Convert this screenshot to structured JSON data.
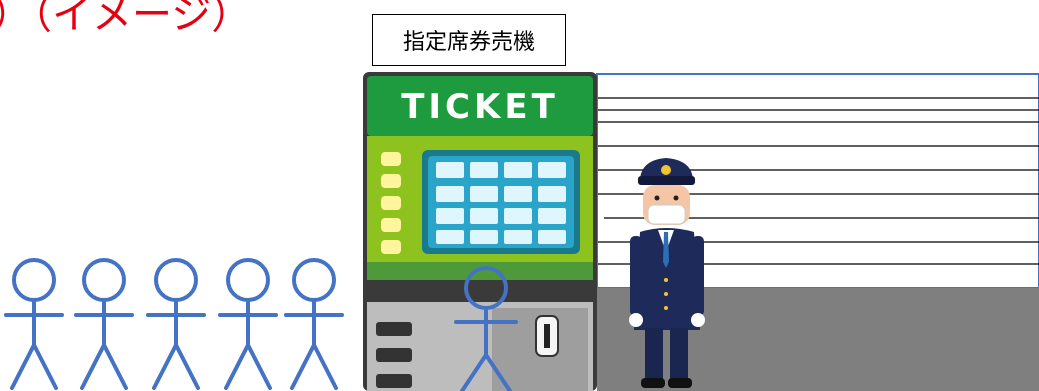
{
  "header": {
    "title": "）（イメージ）"
  },
  "machine": {
    "box_label": "指定席券売機",
    "sign_text": "TICKET"
  },
  "colors": {
    "title": "#e60012",
    "stick_figure": "#4472c4",
    "machine_green": "#1f9b3f",
    "machine_lime": "#8dc21f",
    "screen": "#2aa4c9",
    "floor": "#7f7f7f",
    "wall_border": "#4472c4"
  },
  "people": {
    "queue_count": 5,
    "at_machine_count": 1
  }
}
